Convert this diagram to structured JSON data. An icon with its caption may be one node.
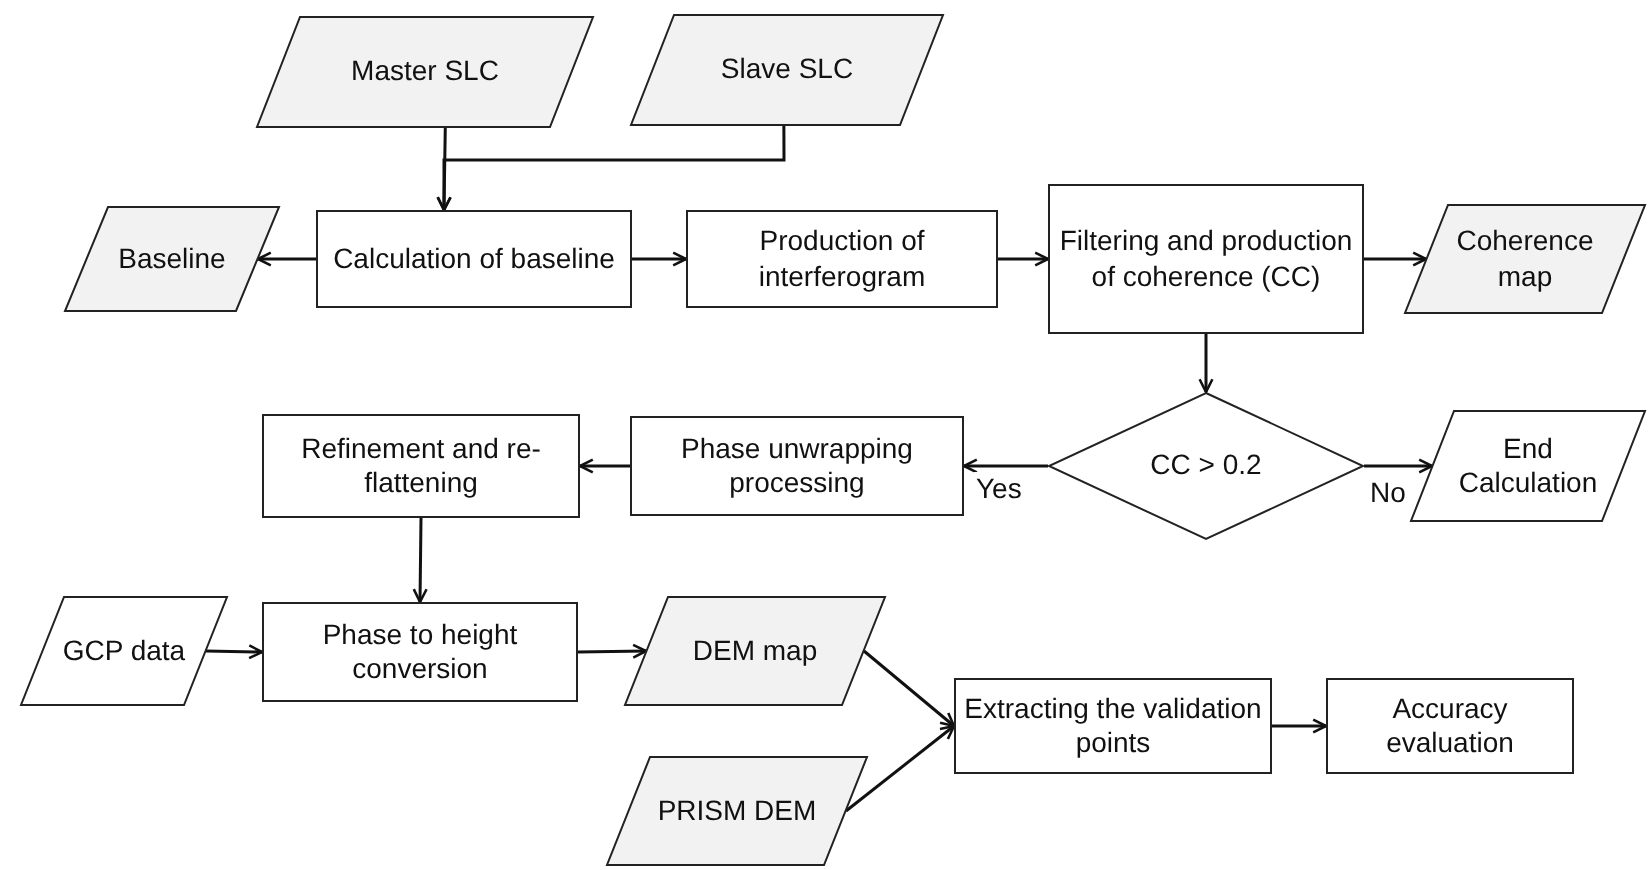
{
  "diagram": {
    "nodes": [
      {
        "text": [
          "Master SLC"
        ]
      },
      {
        "text": [
          "Slave SLC"
        ]
      },
      {
        "text": [
          "Baseline"
        ]
      },
      {
        "text": [
          "Calculation of baseline"
        ]
      },
      {
        "text": [
          "Production of interferogram"
        ]
      },
      {
        "text": [
          "Filtering and production of coherence (CC)"
        ]
      },
      {
        "text": [
          "Coherence map"
        ]
      },
      {
        "text": [
          "CC > 0.2"
        ]
      },
      {
        "text": [
          "End Calculation"
        ]
      },
      {
        "text": [
          "Refinement and re-flattening"
        ]
      },
      {
        "text": [
          "Phase unwrapping processing"
        ]
      },
      {
        "text": [
          "GCP data"
        ]
      },
      {
        "text": [
          "Phase to height conversion"
        ]
      },
      {
        "text": [
          "DEM map"
        ]
      },
      {
        "text": [
          "Extracting the validation points"
        ]
      },
      {
        "text": [
          "Accuracy evaluation"
        ]
      },
      {
        "text": [
          "PRISM DEM"
        ]
      }
    ],
    "edges": [
      {
        "from": 0,
        "to": 3,
        "arrow": "to"
      },
      {
        "from": 1,
        "to": 3,
        "arrow": "to"
      },
      {
        "from": 3,
        "to": 2,
        "arrow": "to"
      },
      {
        "from": 3,
        "to": 4,
        "arrow": "to"
      },
      {
        "from": 4,
        "to": 5,
        "arrow": "to"
      },
      {
        "from": 5,
        "to": 6,
        "arrow": "to"
      },
      {
        "from": 5,
        "to": 7,
        "arrow": "to"
      },
      {
        "from": 7,
        "to": 10,
        "arrow": "to",
        "label": "Yes"
      },
      {
        "from": 7,
        "to": 8,
        "arrow": "to",
        "label": "No"
      },
      {
        "from": 10,
        "to": 9,
        "arrow": "to"
      },
      {
        "from": 9,
        "to": 12,
        "arrow": "to"
      },
      {
        "from": 11,
        "to": 12,
        "arrow": "to"
      },
      {
        "from": 12,
        "to": 13,
        "arrow": "to"
      },
      {
        "from": 13,
        "to": 14,
        "arrow": "to"
      },
      {
        "from": 16,
        "to": 14,
        "arrow": "to"
      },
      {
        "from": 14,
        "to": 15,
        "arrow": "to"
      }
    ]
  }
}
